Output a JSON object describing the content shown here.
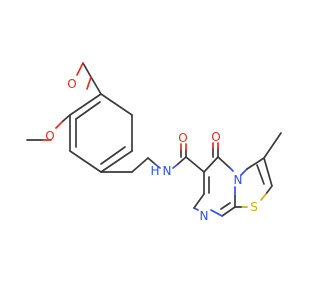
{
  "molecule": {
    "atoms": {
      "methoxy_top_o": "O",
      "methoxy_left_o": "O",
      "amide_nh_n": "N",
      "amide_nh_h": "H",
      "amide_o": "O",
      "ring_keto_o": "O",
      "ring_n_bridge": "N",
      "ring_n_lower": "N",
      "ring_s": "S"
    },
    "colors": {
      "carbon_bond": "#3a3a3a",
      "oxygen": "#e0301e",
      "nitrogen": "#3050f8",
      "sulfur": "#c8b400"
    }
  }
}
